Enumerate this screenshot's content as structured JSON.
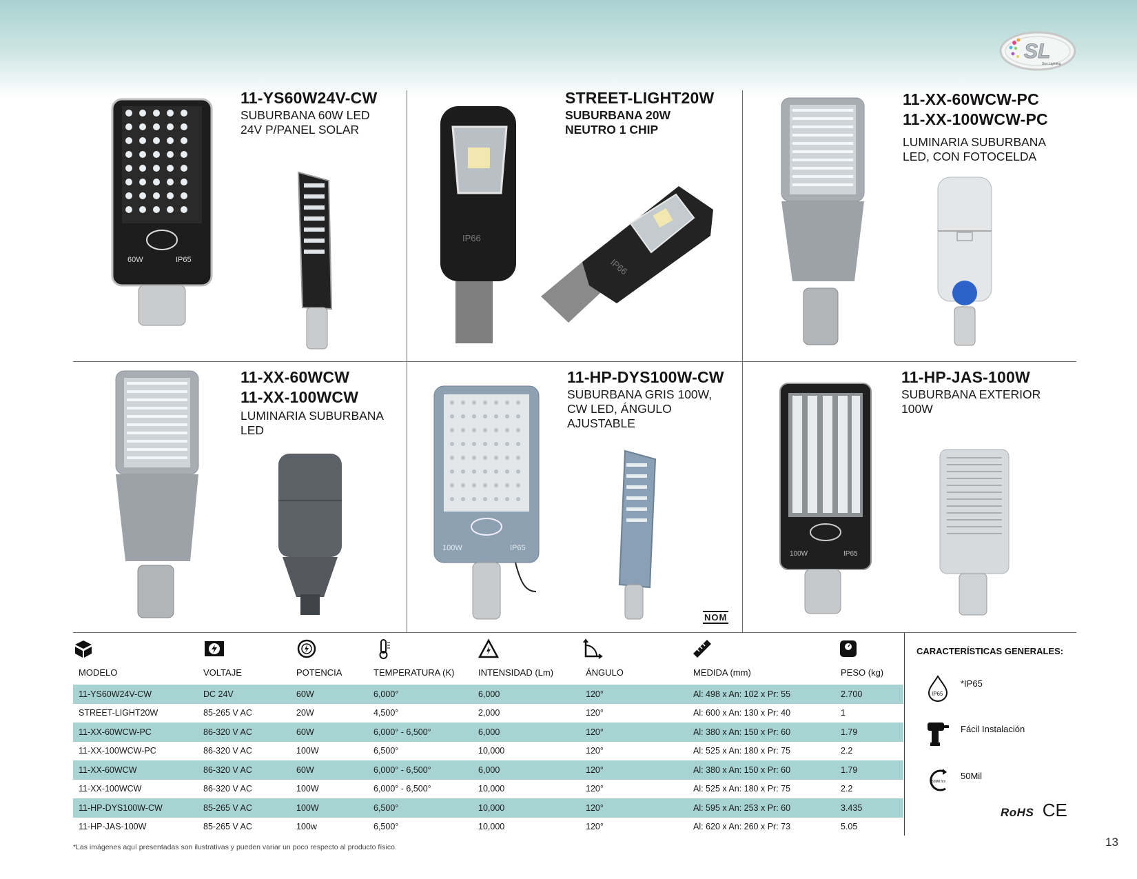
{
  "brand": {
    "logo_text": "SL",
    "logo_subtext": "Sns Lighting"
  },
  "products": [
    {
      "code_lines": [
        "11-YS60W24V-CW"
      ],
      "desc_lines": [
        "SUBURBANA 60W LED",
        "24V P/PANEL SOLAR"
      ],
      "img_labels": [
        "60W",
        "IP65"
      ]
    },
    {
      "code_lines": [
        "STREET-LIGHT20W"
      ],
      "desc_lines": [
        "SUBURBANA 20W",
        "NEUTRO 1 CHIP"
      ],
      "img_labels": [
        "IP66",
        "IP66"
      ]
    },
    {
      "code_lines": [
        "11-XX-60WCW-PC",
        "11-XX-100WCW-PC"
      ],
      "desc_lines": [
        "LUMINARIA SUBURBANA",
        "LED, CON FOTOCELDA"
      ]
    },
    {
      "code_lines": [
        "11-XX-60WCW",
        "11-XX-100WCW"
      ],
      "desc_lines": [
        "LUMINARIA SUBURBANA",
        "LED"
      ]
    },
    {
      "code_lines": [
        "11-HP-DYS100W-CW"
      ],
      "desc_lines": [
        "SUBURBANA GRIS 100W,",
        "CW LED, ÁNGULO",
        "AJUSTABLE"
      ],
      "img_labels": [
        "100W",
        "IP65"
      ]
    },
    {
      "code_lines": [
        "11-HP-JAS-100W"
      ],
      "desc_lines": [
        "SUBURBANA EXTERIOR",
        "100W"
      ],
      "img_labels": [
        "100W",
        "IP65"
      ]
    }
  ],
  "nom_mark": "NOM",
  "table": {
    "headers": [
      "MODELO",
      "VOLTAJE",
      "POTENCIA",
      "TEMPERATURA (K)",
      "INTENSIDAD (Lm)",
      "ÁNGULO",
      "MEDIDA (mm)",
      "PESO (kg)"
    ],
    "header_icons": [
      "box-icon",
      "power-supply-icon",
      "power-icon",
      "thermometer-icon",
      "intensity-warning-icon",
      "angle-icon",
      "ruler-icon",
      "scale-icon"
    ],
    "rows": [
      [
        "11-YS60W24V-CW",
        "DC 24V",
        "60W",
        "6,000°",
        "6,000",
        "120°",
        "Al: 498 x An: 102 x Pr: 55",
        "2.700"
      ],
      [
        "STREET-LIGHT20W",
        "85-265 V AC",
        "20W",
        "4,500°",
        "2,000",
        "120°",
        "Al: 600 x An: 130 x Pr: 40",
        "1"
      ],
      [
        "11-XX-60WCW-PC",
        "86-320 V AC",
        "60W",
        "6,000° - 6,500°",
        "6,000",
        "120°",
        "Al: 380 x An: 150 x Pr: 60",
        "1.79"
      ],
      [
        "11-XX-100WCW-PC",
        "86-320 V AC",
        "100W",
        "6,500°",
        "10,000",
        "120°",
        "Al: 525 x An: 180 x Pr: 75",
        "2.2"
      ],
      [
        "11-XX-60WCW",
        "86-320 V AC",
        "60W",
        "6,000° - 6,500°",
        "6,000",
        "120°",
        "Al: 380 x An: 150 x Pr: 60",
        "1.79"
      ],
      [
        "11-XX-100WCW",
        "86-320 V AC",
        "100W",
        "6,000° - 6,500°",
        "10,000",
        "120°",
        "Al: 525 x An: 180 x Pr: 75",
        "2.2"
      ],
      [
        "11-HP-DYS100W-CW",
        "85-265 V AC",
        "100W",
        "6,500°",
        "10,000",
        "120°",
        "Al: 595 x An: 253 x Pr: 60",
        "3.435"
      ],
      [
        "11-HP-JAS-100W",
        "85-265 V AC",
        "100w",
        "6,500°",
        "10,000",
        "120°",
        "Al: 620 x An: 260 x Pr: 73",
        "5.05"
      ]
    ],
    "row_fill": "#a7d3d2"
  },
  "features": {
    "title": "CARACTERÍSTICAS GENERALES:",
    "items": [
      {
        "icon": "ip65-drop-icon",
        "icon_label": "IP65",
        "label": "*IP65"
      },
      {
        "icon": "drill-icon",
        "label": "Fácil Instalación"
      },
      {
        "icon": "lifetime-hours-icon",
        "icon_label": "50Mil hrs",
        "label": "50Mil"
      }
    ],
    "certs": [
      "RoHS",
      "CE"
    ]
  },
  "footnote": "*Las imágenes aquí presentadas son ilustrativas y pueden variar un poco respecto al producto físico.",
  "page_number": "13",
  "colors": {
    "accent": "#a7d3d2",
    "band_top": "#a8d2d0"
  }
}
